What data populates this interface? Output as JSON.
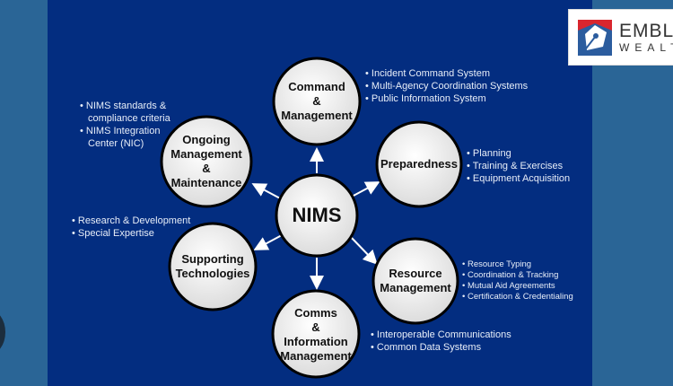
{
  "diagram": {
    "center": "NIMS",
    "nodes": {
      "command": "Command\n&\nManagement",
      "preparedness": "Preparedness",
      "resource": "Resource\nManagement",
      "comms": "Comms\n&\nInformation\nManagement",
      "supporting": "Supporting\nTechnologies",
      "ongoing": "Ongoing\nManagement\n&\nMaintenance"
    },
    "lists": {
      "command": [
        "Incident Command System",
        "Multi-Agency Coordination Systems",
        "Public Information System"
      ],
      "preparedness": [
        "Planning",
        "Training & Exercises",
        "Equipment Acquisition"
      ],
      "resource": [
        "Resource Typing",
        "Coordination & Tracking",
        "Mutual Aid Agreements",
        "Certification &  Credentialing"
      ],
      "comms": [
        "Interoperable Communications",
        "Common Data Systems"
      ],
      "supporting": [
        "Research & Development",
        "Special Expertise"
      ],
      "ongoing": [
        "NIMS standards & compliance criteria",
        "NIMS Integration Center (NIC)"
      ]
    }
  },
  "logo": {
    "line1": "EMBLEM",
    "line2": "WEALTH"
  },
  "colors": {
    "slide": "#032d80",
    "page": "#2a6596",
    "circle": "#f2f2f2"
  }
}
